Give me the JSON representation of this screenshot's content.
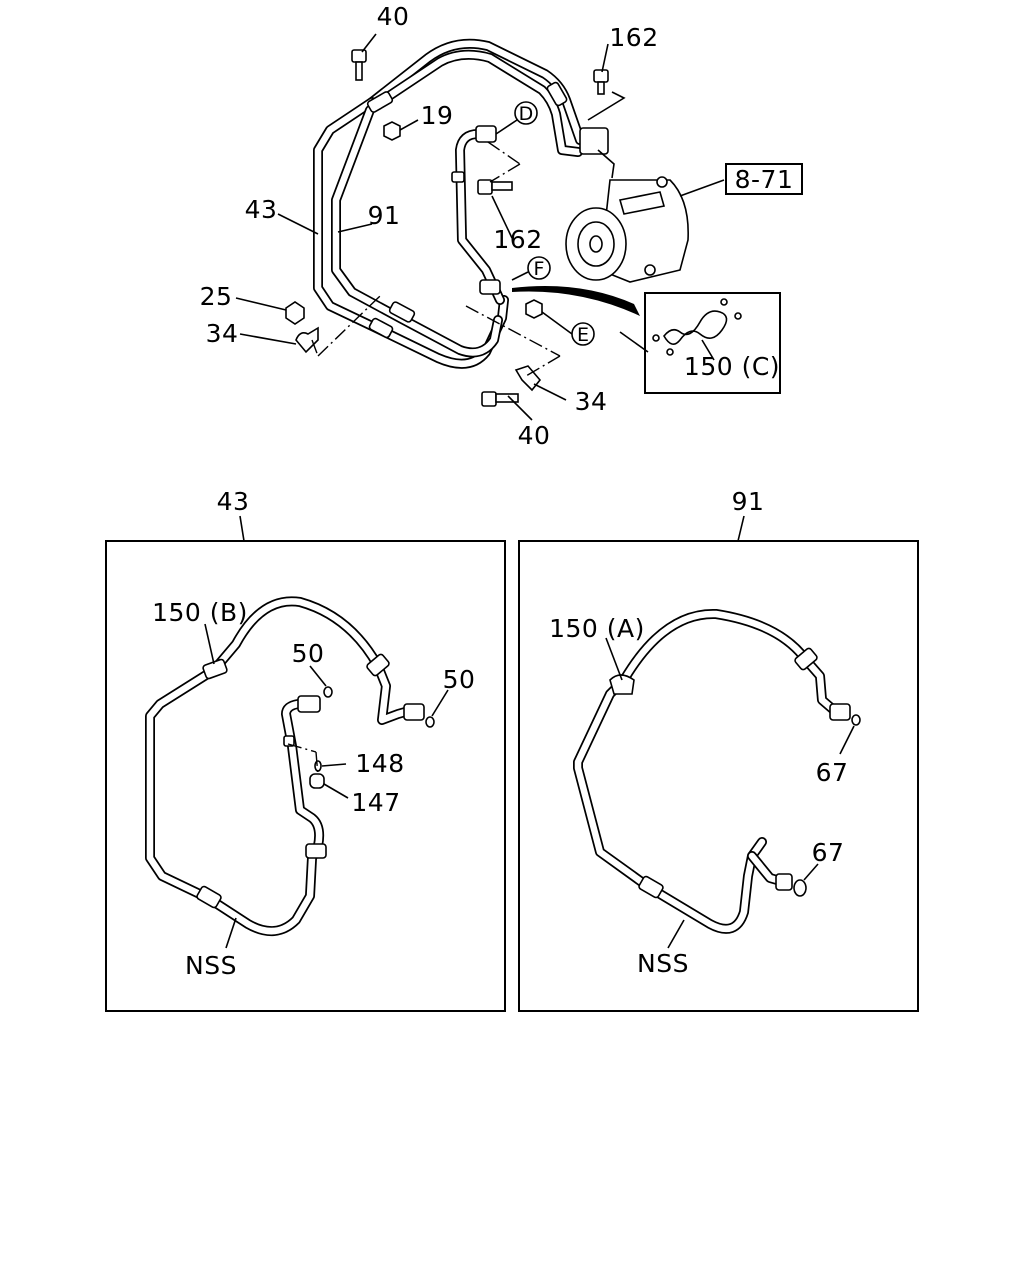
{
  "top_assembly": {
    "labels": {
      "bolt_top": "40",
      "nut_19": "19",
      "bolt_162_top": "162",
      "ref_8_71": "8-71",
      "hose_43": "43",
      "hose_91": "91",
      "bolt_162_mid": "162",
      "nut_25": "25",
      "clip_34_left": "34",
      "clip_34_right": "34",
      "bolt_bottom": "40",
      "callout_d": "D",
      "callout_f": "F",
      "callout_e": "E"
    },
    "inset_label": "150 (C)"
  },
  "panel_43": {
    "title": "43",
    "labels": {
      "clip": "150 (B)",
      "oring_a": "50",
      "oring_b": "50",
      "part_148": "148",
      "part_147": "147",
      "nss": "NSS"
    }
  },
  "panel_91": {
    "title": "91",
    "labels": {
      "clip": "150 (A)",
      "oring_a": "67",
      "oring_b": "67",
      "nss": "NSS"
    }
  }
}
